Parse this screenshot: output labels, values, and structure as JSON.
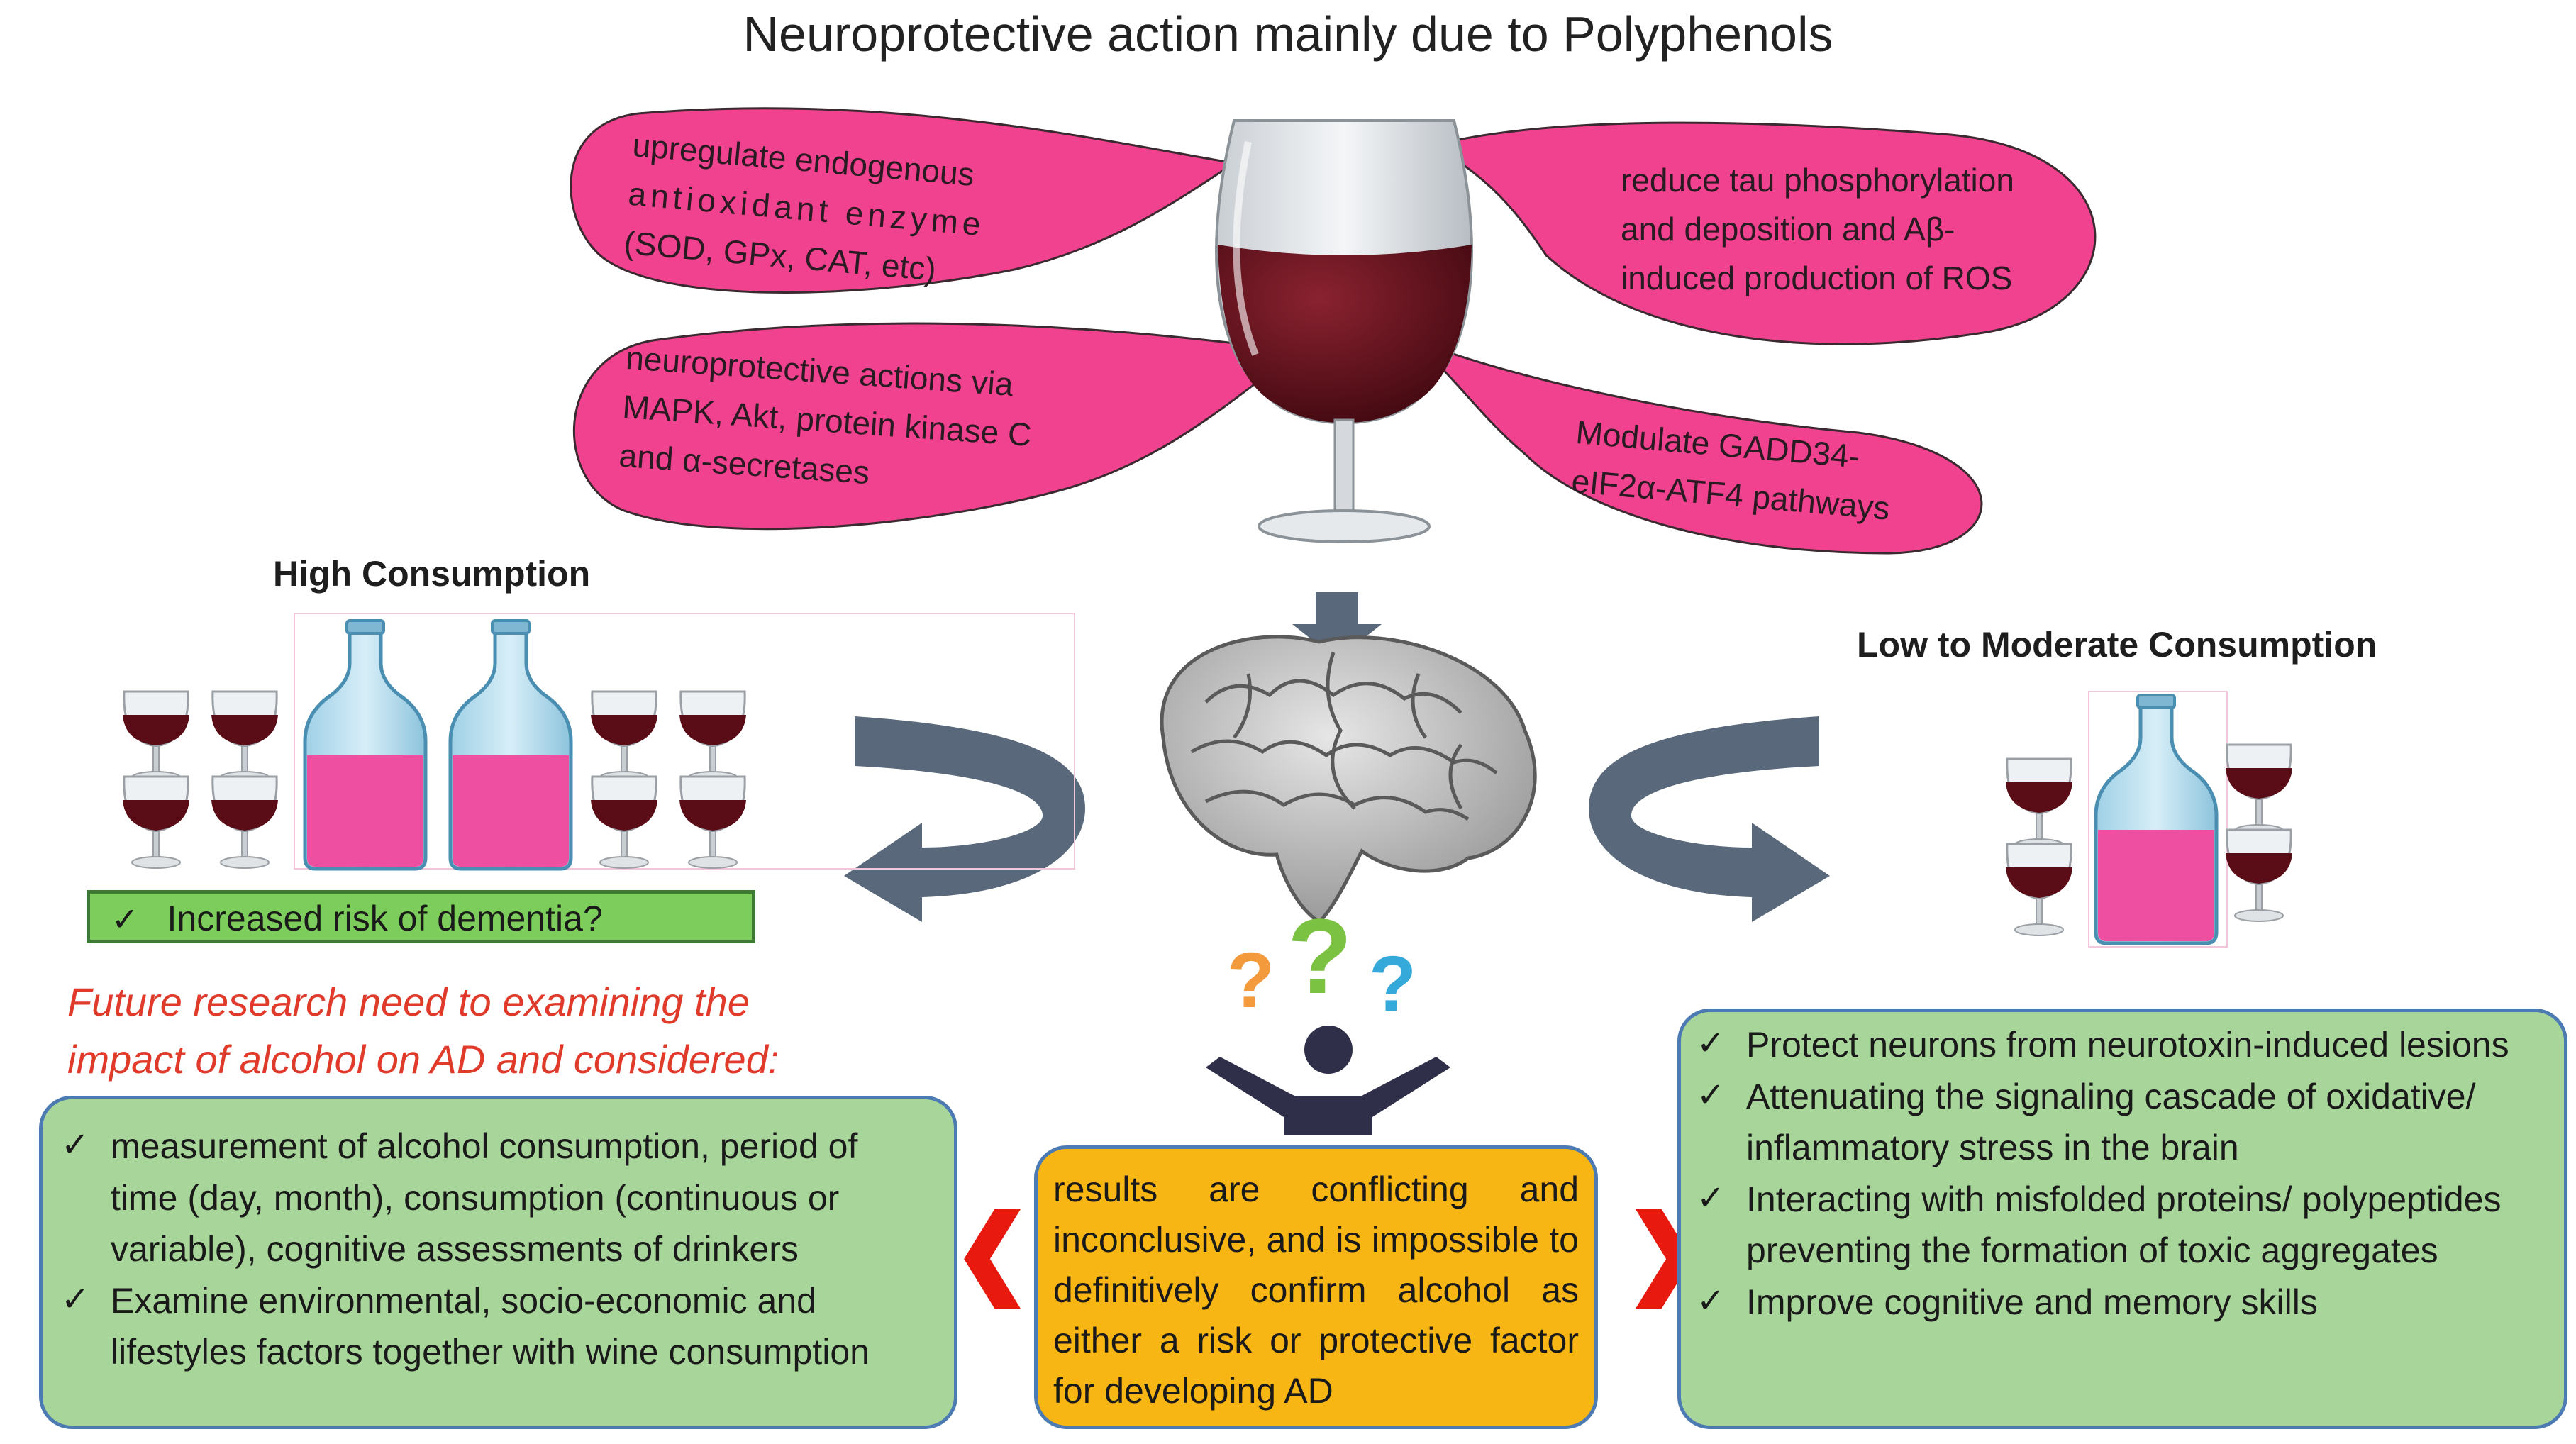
{
  "title": "Neuroprotective action mainly due to Polyphenols",
  "bubbles": {
    "top_left": [
      "upregulate endogenous",
      "antioxidant enzyme",
      "(SOD, GPx, CAT, etc)"
    ],
    "top_right": [
      "reduce tau phosphorylation",
      "and deposition and Aβ-",
      "induced production of ROS"
    ],
    "bottom_left": [
      "neuroprotective actions via",
      "MAPK, Akt, protein kinase C",
      "and α-secretases"
    ],
    "bottom_right": [
      "Modulate GADD34-",
      "eIF2α-ATF4 pathways"
    ]
  },
  "high_consumption": {
    "label": "High Consumption",
    "risk": "Increased risk of dementia?"
  },
  "low_consumption": {
    "label": "Low to Moderate Consumption"
  },
  "future_research": {
    "heading": [
      "Future research need to examining the",
      "impact of alcohol on AD and considered:"
    ],
    "items": [
      "measurement of alcohol consumption, period of time (day, month), consumption (continuous or variable), cognitive assessments of drinkers",
      "Examine environmental, socio-economic and lifestyles factors together with wine consumption"
    ]
  },
  "center_box": "results are conflicting and inconclusive, and is impossible to definitively confirm alcohol as either a risk or protective factor for developing AD",
  "benefits": [
    "Protect neurons from neurotoxin-induced lesions",
    "Attenuating the signaling cascade of oxidative/ inflammatory stress in the brain",
    "Interacting with misfolded proteins/ polypeptides preventing the formation of toxic aggregates",
    "Improve cognitive and memory skills"
  ],
  "colors": {
    "bubble": "#f0428f",
    "green_box": "#a8d59a",
    "yellow_box": "#f7b613",
    "risk_box": "#7ccd5b",
    "arrow": "#59687a",
    "chevron": "#e8190f",
    "wine": "#5a0d17",
    "pink_liquid": "#ef4fa0"
  }
}
